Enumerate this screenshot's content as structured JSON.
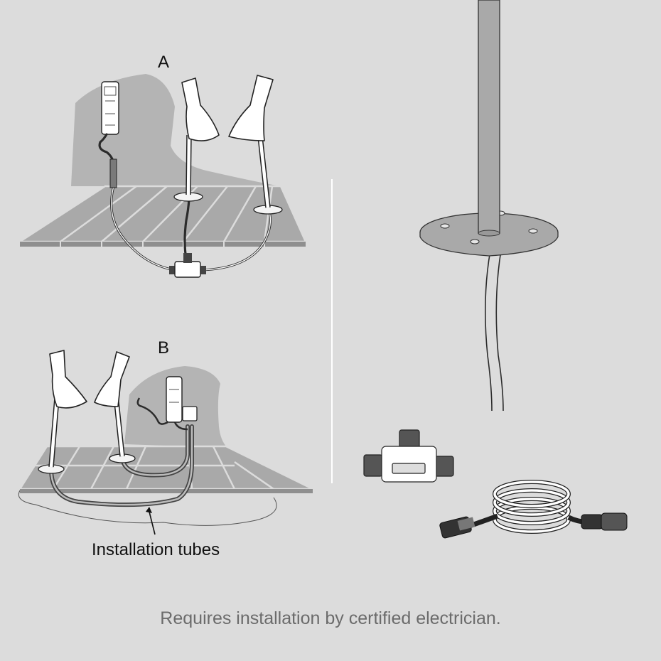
{
  "labels": {
    "a": "A",
    "b": "B",
    "tubes": "Installation tubes"
  },
  "note": "Requires installation by certified electrician.",
  "colors": {
    "background": "#dcdcdc",
    "wall": "#b4b4b4",
    "deck": "#a9a9a9",
    "line": "#2b2b2b",
    "lamp": "#ffffff",
    "caption": "#6b6b6b"
  }
}
